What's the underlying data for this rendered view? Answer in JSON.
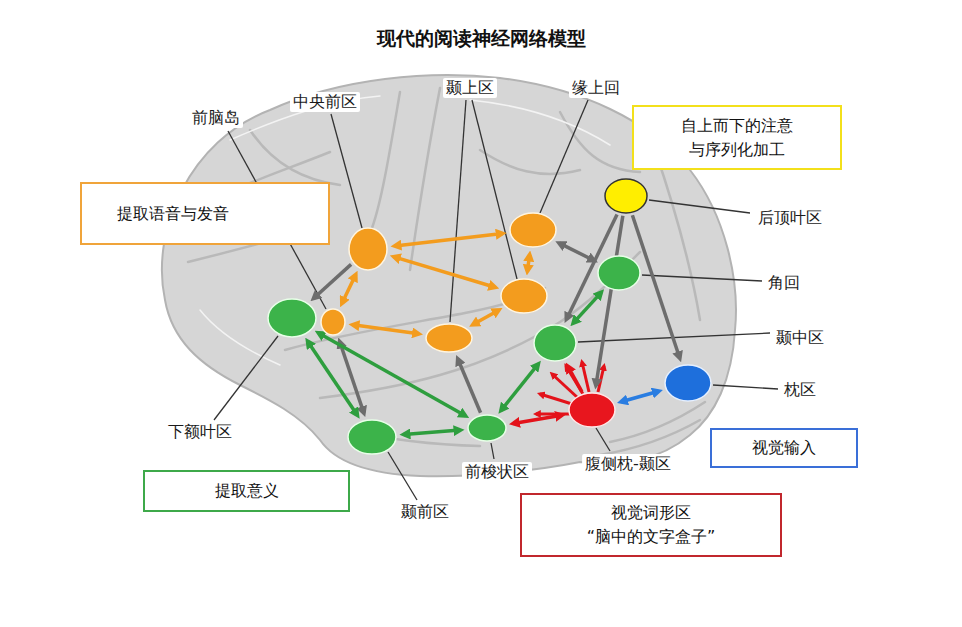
{
  "diagram": {
    "title": "现代的阅读神经网络模型",
    "nodes": [
      {
        "text": [
          "前脑岛"
        ]
      },
      {
        "text": [
          "中央前区"
        ]
      },
      {
        "text": [
          "颞上区"
        ]
      },
      {
        "text": []
      },
      {
        "text": [
          "缘上回"
        ]
      },
      {
        "text": [
          "自上而下的注意 与序列化加工"
        ]
      },
      {
        "text": [
          "提取语音与发音"
        ]
      },
      {
        "text": [
          "后顶叶区"
        ]
      },
      {
        "text": [
          "角回"
        ]
      },
      {
        "text": [
          "颞中区"
        ]
      },
      {
        "text": [
          "枕区"
        ]
      },
      {
        "text": [
          "下额叶区"
        ]
      },
      {
        "text": [
          "视觉输入"
        ]
      },
      {
        "text": [
          "前梭状区"
        ]
      },
      {
        "text": [
          "腹侧枕-颞区"
        ]
      },
      {
        "text": [
          "提取意义"
        ]
      },
      {
        "text": [
          "颞前区"
        ]
      },
      {
        "text": [
          "视觉词形区",
          "“脑中的文字盒子”"
        ]
      }
    ],
    "edges": [
      {
        "from": 1,
        "to": 4,
        "arrow": "both"
      },
      {
        "from": 1,
        "to": 3,
        "arrow": "both"
      },
      {
        "from": 1,
        "to": 0,
        "arrow": "both"
      },
      {
        "from": 0,
        "to": 2,
        "arrow": "both"
      },
      {
        "from": 2,
        "to": 3,
        "arrow": "both"
      },
      {
        "from": 3,
        "to": 4,
        "arrow": "both"
      },
      {
        "from": 1,
        "to": 11,
        "arrow": "to"
      },
      {
        "from": 0,
        "to": 16,
        "arrow": "both"
      },
      {
        "from": 13,
        "to": 2,
        "arrow": "to"
      },
      {
        "from": 4,
        "to": 8,
        "arrow": "both"
      },
      {
        "from": 7,
        "to": 9,
        "arrow": "to"
      },
      {
        "from": 7,
        "to": 14,
        "arrow": "to"
      },
      {
        "from": 7,
        "to": 10,
        "arrow": "to"
      },
      {
        "from": 11,
        "to": 16,
        "arrow": "both"
      },
      {
        "from": 11,
        "to": 13,
        "arrow": "both"
      },
      {
        "from": 16,
        "to": 13,
        "arrow": "both"
      },
      {
        "from": 13,
        "to": 9,
        "arrow": "both"
      },
      {
        "from": 9,
        "to": 8,
        "arrow": "both"
      },
      {
        "from": 14,
        "to": 13,
        "arrow": "both"
      },
      {
        "from": 14,
        "to": 9,
        "arrow": "to"
      },
      {
        "from": 14,
        "to": 10,
        "arrow": "both"
      }
    ]
  }
}
